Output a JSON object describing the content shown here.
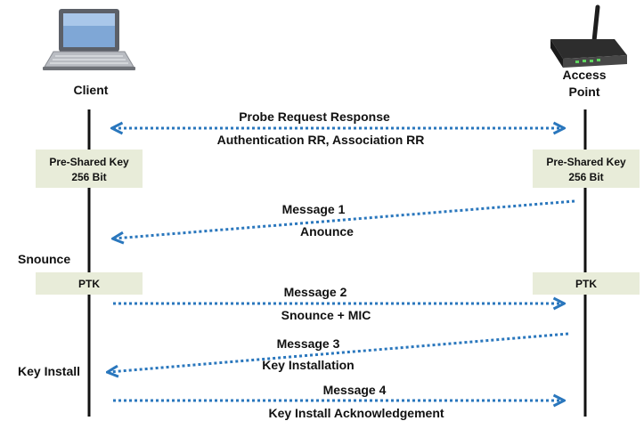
{
  "client": {
    "label": "Client",
    "icon": "laptop-icon"
  },
  "access_point": {
    "label_line1": "Access",
    "label_line2": "Point",
    "icon": "wireless-router-icon"
  },
  "boxes": {
    "client_psk_line1": "Pre-Shared Key",
    "client_psk_line2": "256 Bit",
    "ap_psk_line1": "Pre-Shared Key",
    "ap_psk_line2": "256 Bit",
    "client_ptk": "PTK",
    "ap_ptk": "PTK"
  },
  "side_labels": {
    "snounce": "Snounce",
    "key_install": "Key Install"
  },
  "messages": {
    "probe_top": "Probe Request Response",
    "probe_bottom": "Authentication RR, Association RR",
    "m1_top": "Message 1",
    "m1_bottom": "Anounce",
    "m2_top": "Message 2",
    "m2_bottom": "Snounce + MIC",
    "m3_top": "Message 3",
    "m3_bottom": "Key Installation",
    "m4_top": "Message 4",
    "m4_bottom": "Key Install Acknowledgement"
  },
  "colors": {
    "arrow": "#2a77bd",
    "box_fill": "#e8ecd9",
    "lifeline": "#111111"
  }
}
